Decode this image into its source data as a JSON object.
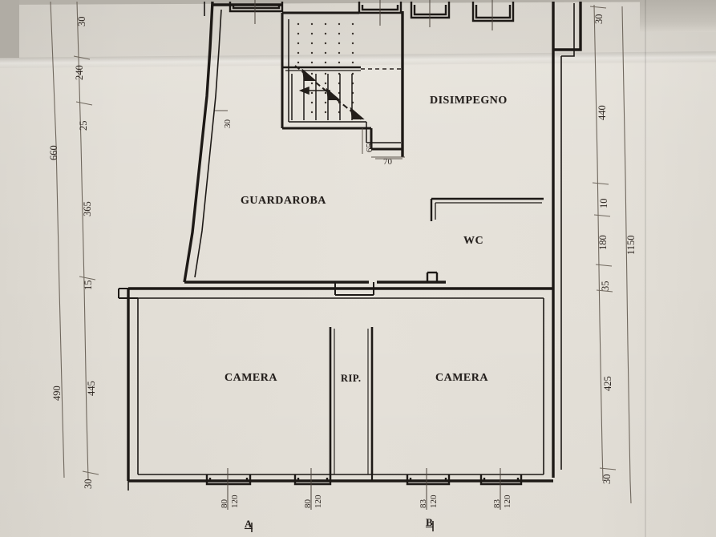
{
  "document": {
    "type": "architectural-floor-plan",
    "medium": "photograph of printed paper plan",
    "language": "it"
  },
  "rooms": [
    {
      "id": "disimpegno",
      "label": "DISIMPEGNO"
    },
    {
      "id": "guardaroba",
      "label": "GUARDAROBA"
    },
    {
      "id": "wc",
      "label": "WC"
    },
    {
      "id": "camera-left",
      "label": "CAMERA"
    },
    {
      "id": "ripostiglio",
      "label": "RIP."
    },
    {
      "id": "camera-right",
      "label": "CAMERA"
    }
  ],
  "dimensions": {
    "left_outer_chain": {
      "overall": "660",
      "segments": [
        "30",
        "240",
        "25",
        "365"
      ]
    },
    "left_inner_chain": {
      "overall": "490",
      "segments": [
        "15",
        "445",
        "30"
      ]
    },
    "right_inner_chain": {
      "segments": [
        "30",
        "440",
        "10",
        "180",
        "35",
        "425",
        "30"
      ]
    },
    "right_overall": "1150",
    "stair_detail": {
      "vertical": "65",
      "horizontal": "70"
    },
    "interior_wall": "30",
    "openings_bottom": [
      {
        "width": "80",
        "height": "120"
      },
      {
        "width": "80",
        "height": "120"
      },
      {
        "width": "83",
        "height": "120"
      },
      {
        "width": "83",
        "height": "120"
      }
    ]
  },
  "section_markers": [
    {
      "id": "A",
      "label": "A"
    },
    {
      "id": "B",
      "label": "B"
    }
  ],
  "colors": {
    "paper": "#e4e0d8",
    "ink": "#241f1c",
    "dim_line": "#6a6258",
    "table": "#b4b0a8"
  }
}
